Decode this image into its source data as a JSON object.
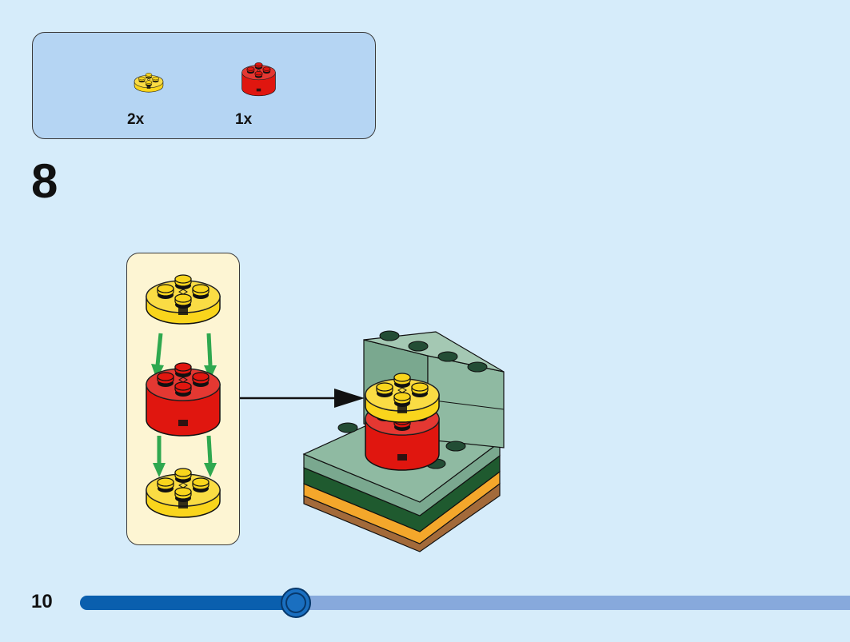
{
  "parts": [
    {
      "count": "2x",
      "color": "#f9d51c"
    },
    {
      "count": "1x",
      "color": "#e0160f"
    }
  ],
  "step": {
    "number": "8"
  },
  "page": {
    "number": "10"
  },
  "progress": {
    "fraction": 0.28
  },
  "colors": {
    "background": "#d6ecfa",
    "parts_box": "#b5d5f3",
    "subassembly_box": "#fdf5d3",
    "arrow_green": "#2fa84f",
    "sand_green": "#7aa88f",
    "progress_fill": "#0a5fae",
    "progress_track": "#87a9dc"
  }
}
